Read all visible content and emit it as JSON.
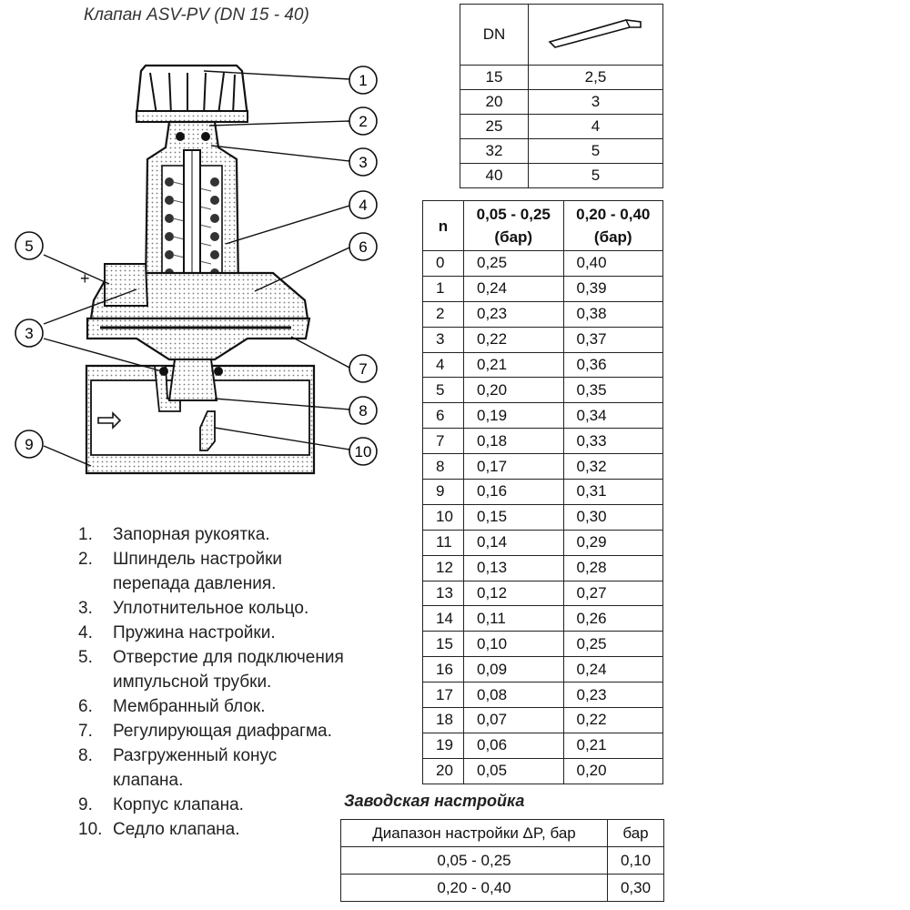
{
  "title": "Клапан ASV-PV (DN 15 - 40)",
  "callouts": [
    "1",
    "2",
    "3",
    "4",
    "5",
    "6",
    "3",
    "7",
    "8",
    "9",
    "10"
  ],
  "plus_sign": "+",
  "dn_table": {
    "header": "DN",
    "tool_icon": "hex-key-icon",
    "rows": [
      [
        "15",
        "2,5"
      ],
      [
        "20",
        "3"
      ],
      [
        "25",
        "4"
      ],
      [
        "32",
        "5"
      ],
      [
        "40",
        "5"
      ]
    ]
  },
  "n_table": {
    "headers": [
      "n",
      "0,05 - 0,25\n(бар)",
      "0,20 - 0,40\n(бар)"
    ],
    "rows": [
      [
        "0",
        "0,25",
        "0,40"
      ],
      [
        "1",
        "0,24",
        "0,39"
      ],
      [
        "2",
        "0,23",
        "0,38"
      ],
      [
        "3",
        "0,22",
        "0,37"
      ],
      [
        "4",
        "0,21",
        "0,36"
      ],
      [
        "5",
        "0,20",
        "0,35"
      ],
      [
        "6",
        "0,19",
        "0,34"
      ],
      [
        "7",
        "0,18",
        "0,33"
      ],
      [
        "8",
        "0,17",
        "0,32"
      ],
      [
        "9",
        "0,16",
        "0,31"
      ],
      [
        "10",
        "0,15",
        "0,30"
      ],
      [
        "11",
        "0,14",
        "0,29"
      ],
      [
        "12",
        "0,13",
        "0,28"
      ],
      [
        "13",
        "0,12",
        "0,27"
      ],
      [
        "14",
        "0,11",
        "0,26"
      ],
      [
        "15",
        "0,10",
        "0,25"
      ],
      [
        "16",
        "0,09",
        "0,24"
      ],
      [
        "17",
        "0,08",
        "0,23"
      ],
      [
        "18",
        "0,07",
        "0,22"
      ],
      [
        "19",
        "0,06",
        "0,21"
      ],
      [
        "20",
        "0,05",
        "0,20"
      ]
    ]
  },
  "legend": [
    {
      "num": "1.",
      "text": "Запорная рукоятка."
    },
    {
      "num": "2.",
      "text": "Шпиндель настройки\nперепада давления."
    },
    {
      "num": "3.",
      "text": "Уплотнительное кольцо."
    },
    {
      "num": "4.",
      "text": "Пружина настройки."
    },
    {
      "num": "5.",
      "text": "Отверстие для подключения\nимпульсной трубки."
    },
    {
      "num": "6.",
      "text": "Мембранный блок."
    },
    {
      "num": "7.",
      "text": "Регулирующая диафрагма."
    },
    {
      "num": "8.",
      "text": "Разгруженный конус\nклапана."
    },
    {
      "num": "9.",
      "text": "Корпус клапана."
    },
    {
      "num": "10.",
      "text": "Седло клапана."
    }
  ],
  "factory": {
    "title": "Заводская настройка",
    "headers": [
      "Диапазон настройки ΔP, бар",
      "бар"
    ],
    "rows": [
      [
        "0,05 - 0,25",
        "0,10"
      ],
      [
        "0,20 - 0,40",
        "0,30"
      ]
    ]
  }
}
